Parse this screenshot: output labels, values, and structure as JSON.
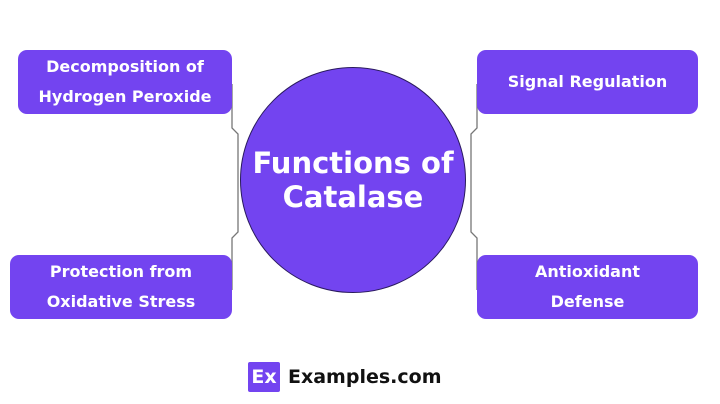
{
  "center": {
    "line1": "Functions of",
    "line2": "Catalase"
  },
  "functions": [
    {
      "line1": "Decomposition of",
      "line2": "Hydrogen Peroxide"
    },
    {
      "line1": "Signal Regulation",
      "line2": ""
    },
    {
      "line1": "Protection from",
      "line2": "Oxidative Stress"
    },
    {
      "line1": "Antioxidant",
      "line2": "Defense"
    }
  ],
  "brand": {
    "mark": "Ex",
    "name": "Examples.com"
  },
  "colors": {
    "accent": "#7344f0"
  }
}
